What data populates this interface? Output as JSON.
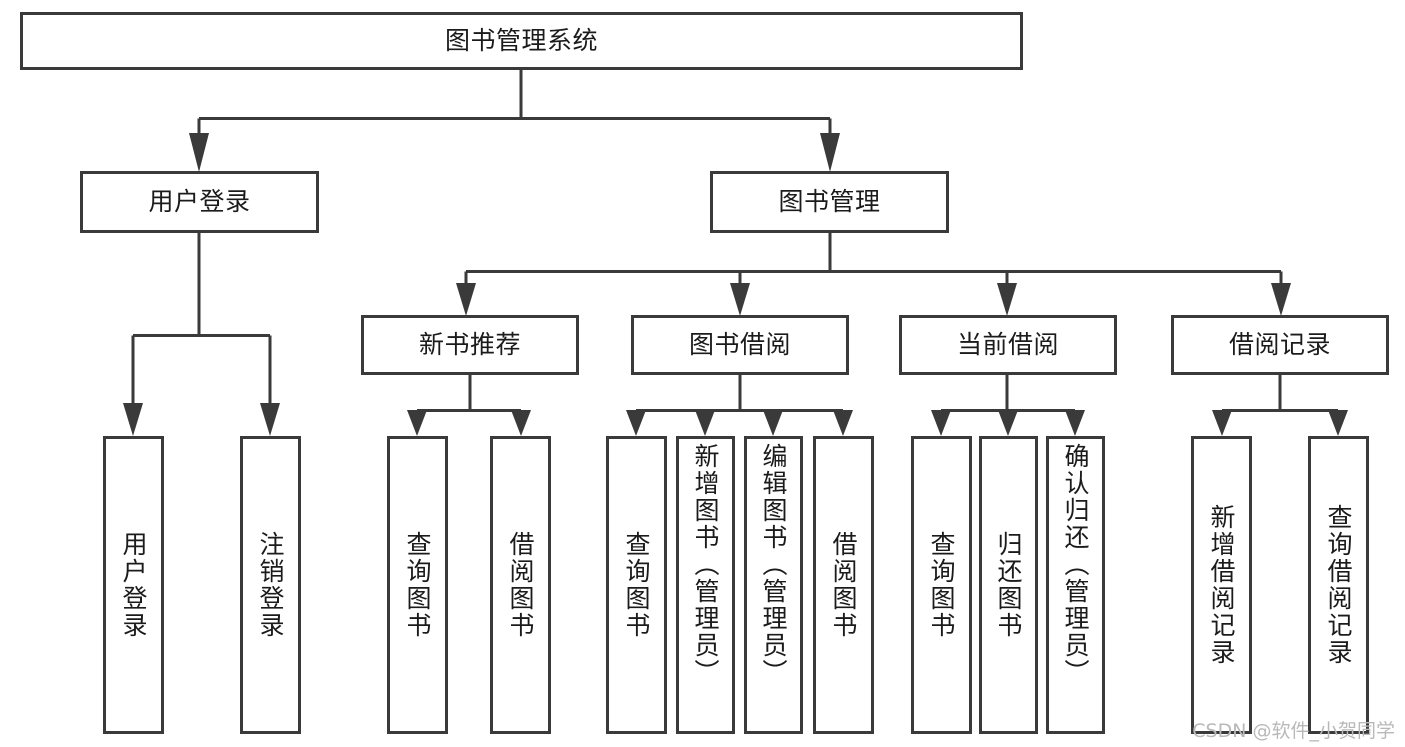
{
  "diagram": {
    "type": "tree-hierarchy",
    "title": "图书管理系统",
    "watermark": "CSDN @软件_小贺同学",
    "colors": {
      "stroke": "#3a3a3a",
      "fill": "#ffffff",
      "text": "#1b1b1b",
      "watermark": "#b9b9b9",
      "background": "#ffffff"
    },
    "root": {
      "label": "图书管理系统",
      "level": 0
    },
    "level1": [
      {
        "label": "用户登录"
      },
      {
        "label": "图书管理"
      }
    ],
    "level2": [
      {
        "label": "新书推荐"
      },
      {
        "label": "图书借阅"
      },
      {
        "label": "当前借阅"
      },
      {
        "label": "借阅记录"
      }
    ],
    "leaves": {
      "user_login": [
        {
          "label": "用户登录"
        },
        {
          "label": "注销登录"
        }
      ],
      "new_book_recommend": [
        {
          "label": "查询图书"
        },
        {
          "label": "借阅图书"
        }
      ],
      "book_borrow": [
        {
          "label": "查询图书"
        },
        {
          "label": "新增图书（管理员）"
        },
        {
          "label": "编辑图书（管理员）"
        },
        {
          "label": "借阅图书"
        }
      ],
      "current_borrow": [
        {
          "label": "查询图书"
        },
        {
          "label": "归还图书"
        },
        {
          "label": "确认归还（管理员）"
        }
      ],
      "borrow_record": [
        {
          "label": "新增借阅记录"
        },
        {
          "label": "查询借阅记录"
        }
      ]
    }
  }
}
